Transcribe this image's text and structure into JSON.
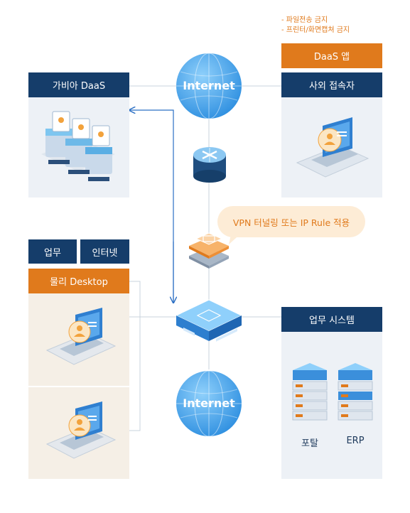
{
  "notes": [
    "- 파일전송 금지",
    "- 프린터/화면캡쳐 금지"
  ],
  "daas_app": "DaaS 앱",
  "gabia_daas": "가비아 DaaS",
  "outside_user": "사외 접속자",
  "internet_label": "Internet",
  "vpn_bubble": "VPN 터널링 또는 IP Rule 적용",
  "tab_work": "업무",
  "tab_internet": "인터넷",
  "physical_desktop": "물리 Desktop",
  "business_system": "업무 시스템",
  "portal": "포탈",
  "erp": "ERP",
  "colors": {
    "navy": "#153d6a",
    "orange": "#e07a1c",
    "link_blue": "#2b6fc4",
    "globe": "#4aa8ee"
  }
}
